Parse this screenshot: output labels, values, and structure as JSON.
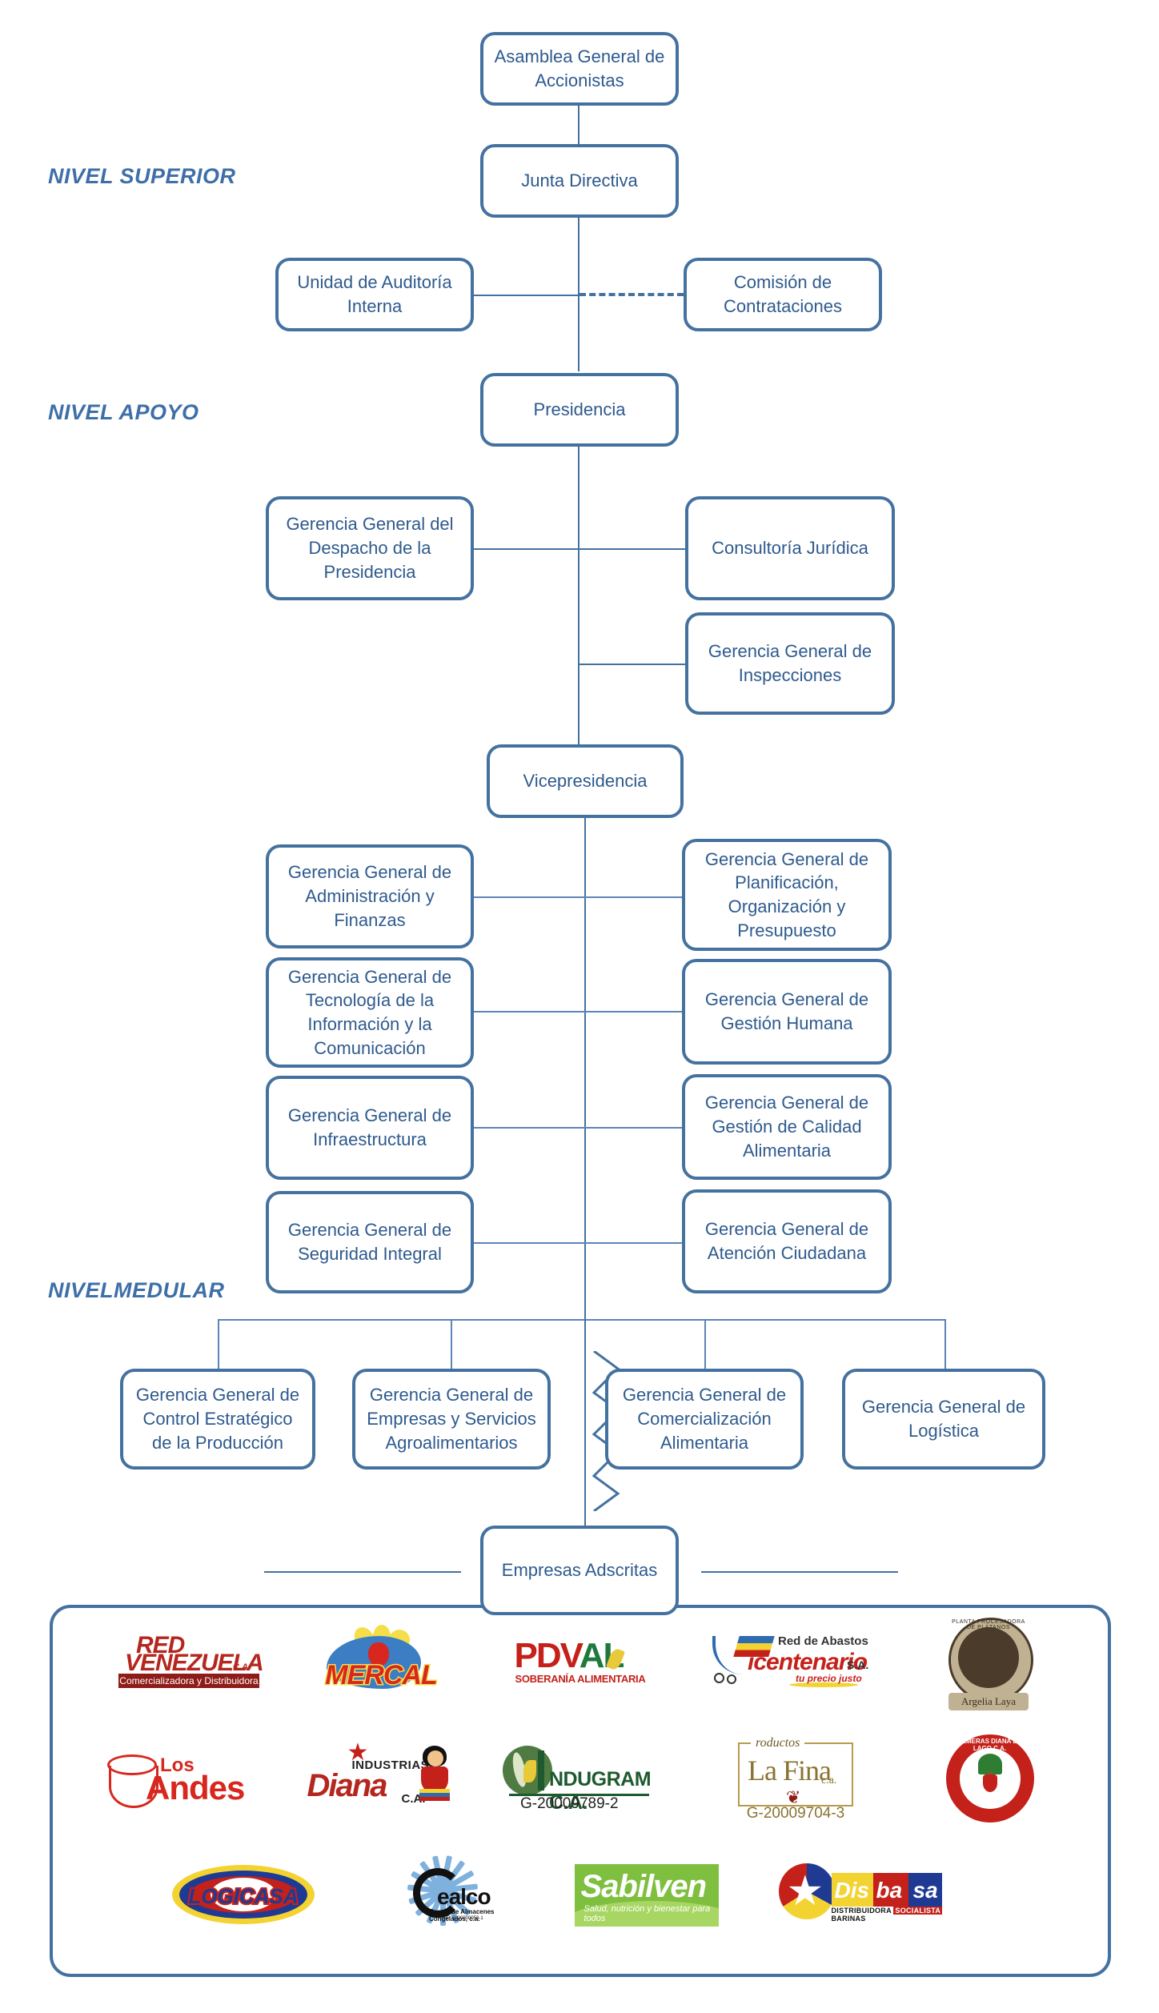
{
  "chart_data": {
    "type": "diagram",
    "title": "Organigrama",
    "levels": [
      "NIVEL SUPERIOR",
      "NIVEL APOYO",
      "NIVELMEDULAR"
    ],
    "accent_color": "#4472A0",
    "text_color": "#2E5A8E"
  },
  "levels": {
    "superior": "NIVEL SUPERIOR",
    "apoyo": "NIVEL APOYO",
    "medular": "NIVELMEDULAR"
  },
  "nodes": {
    "asamblea": "Asamblea General de Accionistas",
    "junta": "Junta Directiva",
    "auditoria": "Unidad de Auditoría Interna",
    "comision": "Comisión de Contrataciones",
    "presidencia": "Presidencia",
    "despacho": "Gerencia General del Despacho de la Presidencia",
    "consultoria": "Consultoría Jurídica",
    "inspecciones": "Gerencia General de Inspecciones",
    "vicepresidencia": "Vicepresidencia",
    "administracion": "Gerencia General de Administración y Finanzas",
    "planificacion": "Gerencia General de Planificación, Organización y Presupuesto",
    "tecnologia": "Gerencia General de Tecnología de la Información y la Comunicación",
    "gestion_humana": "Gerencia General de Gestión Humana",
    "infraestructura": "Gerencia General de Infraestructura",
    "calidad": "Gerencia General de Gestión de Calidad Alimentaria",
    "seguridad": "Gerencia General de Seguridad Integral",
    "atencion": "Gerencia General de Atención Ciudadana",
    "control_estrategico": "Gerencia General de Control Estratégico de la Producción",
    "empresas_servicios": "Gerencia General de Empresas y Servicios Agroalimentarios",
    "comercializacion": "Gerencia General de Comercialización Alimentaria",
    "logistica": "Gerencia General de Logística",
    "empresas_adscritas": "Empresas Adscritas"
  },
  "logos": {
    "red_venezuela": {
      "line1": "RED",
      "line2": "VENEZUELA",
      "suffix": ",C.A.",
      "tagline": "Comercializadora y Distribuidora"
    },
    "mercal": {
      "wordmark": "MERCAL"
    },
    "pdval": {
      "p": "PD",
      "v": "V",
      "al": "AL",
      "tagline": "SOBERANÍA ALIMENTARIA"
    },
    "bicentenario": {
      "top": "Red de Abastos",
      "name": "icentenario",
      "entity": "S.A.",
      "tagline": "tu precio justo"
    },
    "argelia": {
      "arc": "PLANTA PROCESADORA DE PLÁTANOS",
      "name": "Argelia Laya"
    },
    "los_andes": {
      "los": "Los",
      "andes": "Andes"
    },
    "diana": {
      "industrias": "INDUSTRIAS",
      "name": "Diana",
      "entity": "C.A."
    },
    "indugram": {
      "name": "NDUGRAM C.A.",
      "rif": "G-20009789-2"
    },
    "la_fina": {
      "productos": "roductos",
      "name": "La Fina",
      "entity": "c.a.",
      "rif": "G-20009704-3"
    },
    "palmeras": {
      "text": "PALMERAS DIANA DEL LAGO C.A."
    },
    "logicasa": {
      "wordmark": "LOGICASA"
    },
    "cealco": {
      "name": "ealco",
      "sub1": "Centro de Almacenes Congelados, c.a.",
      "sub2": "RIF: G-20000053-1"
    },
    "sabilven": {
      "name": "Sabilven",
      "tagline": "Salud, nutrición y bienestar para todos"
    },
    "disbasa": {
      "w1": "Dis",
      "w2": "ba",
      "w3": "sa",
      "sub_a": "DISTRIBUIDORA",
      "sub_b": "SOCIALISTA",
      "sub_c": "BARINAS"
    }
  }
}
